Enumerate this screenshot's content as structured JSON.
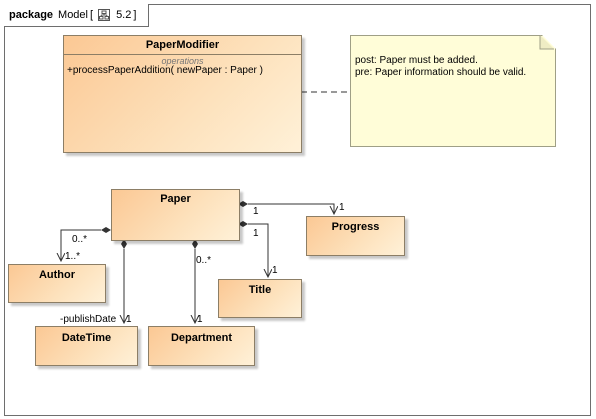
{
  "frame": {
    "keyword": "package",
    "name": "Model",
    "bracket_open": "[",
    "version": "5.2",
    "bracket_close": "]"
  },
  "classes": {
    "paper_modifier": {
      "name": "PaperModifier",
      "compartment_label": "operations",
      "operation": "+processPaperAddition( newPaper : Paper )"
    },
    "paper": {
      "name": "Paper"
    },
    "progress": {
      "name": "Progress"
    },
    "author": {
      "name": "Author"
    },
    "title": {
      "name": "Title"
    },
    "datetime": {
      "name": "DateTime"
    },
    "department": {
      "name": "Department"
    }
  },
  "note": {
    "line1": "post: Paper must be added.",
    "line2": "pre: Paper information should be valid."
  },
  "associations": {
    "paper_progress": {
      "source_mult": "1",
      "target_mult": "1"
    },
    "paper_title": {
      "source_mult": "1",
      "target_mult": "1"
    },
    "paper_author": {
      "source_mult": "0..*",
      "target_mult": "1..*"
    },
    "paper_datetime": {
      "role": "-publishDate",
      "target_mult": "1"
    },
    "paper_department": {
      "source_mult": "0..*",
      "target_mult": "1"
    }
  },
  "colors": {
    "class_fill_start": "#fbc894",
    "class_fill_end": "#fff1d8",
    "class_border": "#8c7e66",
    "note_fill": "#fffdd8",
    "line": "#333333"
  }
}
